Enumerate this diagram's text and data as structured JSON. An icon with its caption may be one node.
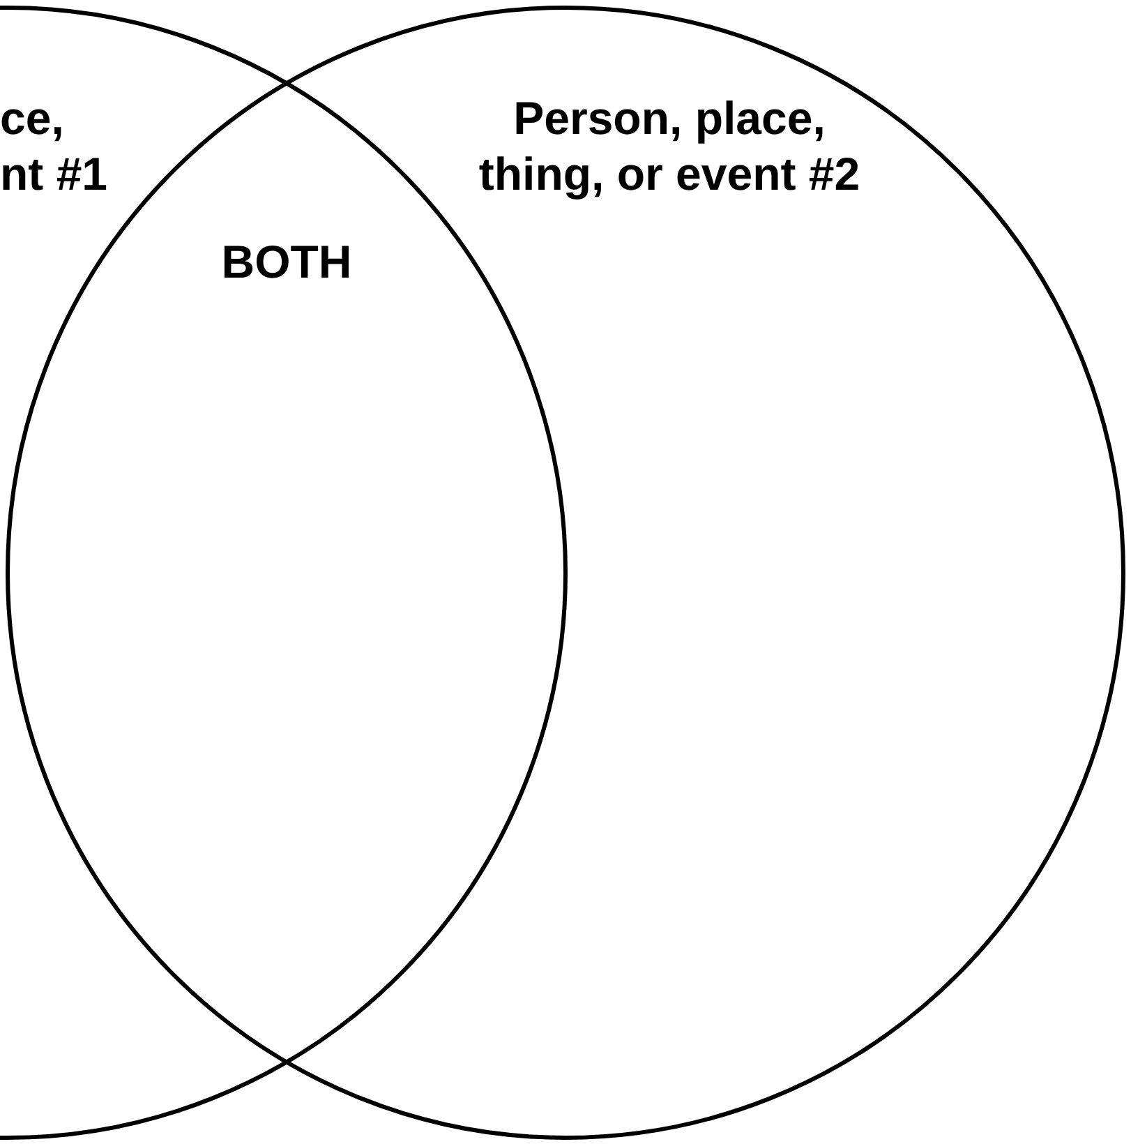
{
  "diagram": {
    "nodes": [
      {
        "text": [
          "ce, nt #1"
        ]
      },
      {
        "text": [
          "Person, place, thing, or event #2"
        ]
      }
    ],
    "labels": [
      "BOTH"
    ]
  }
}
